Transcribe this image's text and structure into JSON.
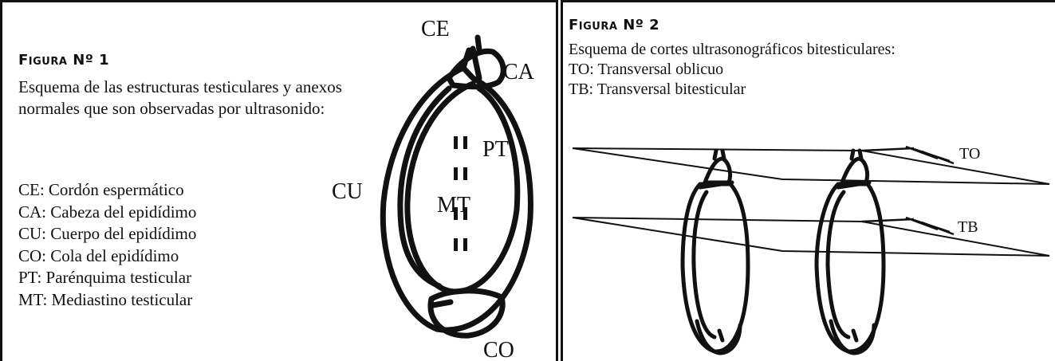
{
  "figure1": {
    "heading": "Figura Nº 1",
    "caption": "Esquema de las estructuras testiculares y anexos normales que son observadas por ultrasonido:",
    "legend": [
      "CE: Cordón espermático",
      "CA: Cabeza del epidídimo",
      "CU: Cuerpo del epidídimo",
      "CO: Cola del epidídimo",
      "PT:  Parénquima testicular",
      "MT: Mediastino testicular"
    ],
    "labels": {
      "ce": "CE",
      "ca": "CA",
      "pt": "PT",
      "cu": "CU",
      "mt": "MT",
      "co": "CO"
    }
  },
  "figure2": {
    "heading": "Figura Nº 2",
    "caption_lines": [
      "Esquema de cortes ultrasonográficos bitesticulares:",
      "TO: Transversal oblicuo",
      "TB: Transversal bitesticular"
    ],
    "labels": {
      "to": "TO",
      "tb": "TB"
    }
  }
}
